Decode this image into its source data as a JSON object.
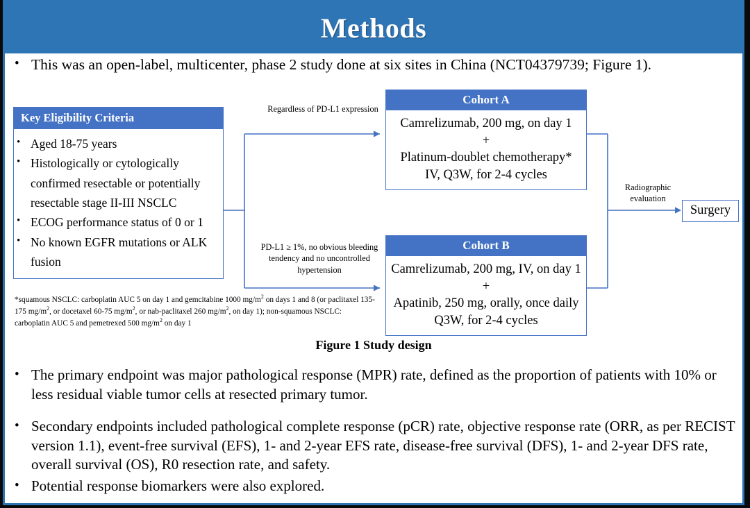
{
  "slide": {
    "title": "Methods",
    "accent_color": "#2E75B6",
    "box_color": "#4472C4"
  },
  "lead_bullet": {
    "marker": "•",
    "text": "This was an open-label, multicenter, phase 2 study done at six sites in China (NCT04379739; Figure 1)."
  },
  "figure": {
    "caption": "Figure 1 Study design",
    "eligibility": {
      "header": "Key  Eligibility Criteria",
      "marker": "•",
      "items": [
        "Aged 18-75 years",
        "Histologically or cytologically confirmed resectable or potentially resectable stage II-III  NSCLC",
        "ECOG performance status of 0 or 1",
        "No known EGFR mutations or ALK fusion"
      ]
    },
    "footnote": {
      "line1_a": "*squamous NSCLC: carboplatin AUC 5 on day 1 and gemcitabine 1000 mg/m",
      "line1_b": " on days 1 and 8 (or paclitaxel 135-175  mg/m",
      "line1_c": ", or docetaxel 60-75 mg/m",
      "line1_d": ", or nab-paclitaxel 260 mg/m",
      "line1_e": ", on day 1); non-squamous NSCLC: carboplatin AUC 5 and pemetrexed 500 mg/m",
      "line1_f": " on day 1",
      "sup": "2"
    },
    "label_regardless": "Regardless  of PD-L1 expression",
    "label_pdl1": "PD-L1 ≥ 1%, no obvious bleeding tendency  and no uncontrolled  hypertension",
    "label_radiographic": "Radiographic evaluation",
    "cohort_a": {
      "header": "Cohort A",
      "lines": [
        "Camrelizumab, 200 mg, on day 1",
        "+",
        "Platinum-doublet chemotherapy*",
        "IV, Q3W, for 2-4 cycles"
      ]
    },
    "cohort_b": {
      "header": "Cohort B",
      "lines": [
        "Camrelizumab, 200 mg, IV, on day 1",
        "+",
        "Apatinib, 250 mg, orally, once daily",
        "Q3W, for 2-4 cycles"
      ]
    },
    "surgery": "Surgery"
  },
  "bullets": [
    {
      "marker": "•",
      "text": "The primary endpoint was major pathological response (MPR) rate, defined as the proportion of patients with 10% or less residual viable tumor cells at resected primary tumor."
    },
    {
      "marker": "•",
      "text": "Secondary endpoints included pathological complete response (pCR) rate, objective response rate (ORR, as per RECIST version 1.1), event-free survival (EFS), 1- and 2-year EFS rate, disease-free survival (DFS), 1- and 2-year DFS rate, overall survival (OS), R0 resection rate, and safety."
    },
    {
      "marker": "•",
      "text": "Potential response biomarkers were also explored."
    }
  ]
}
